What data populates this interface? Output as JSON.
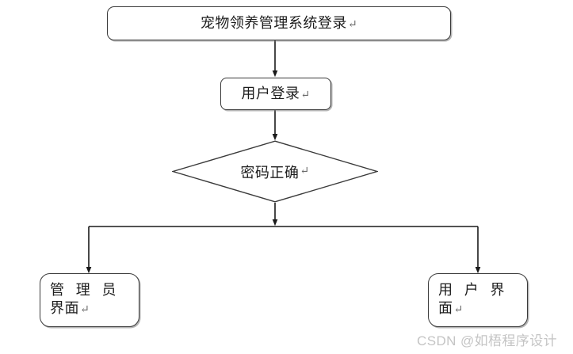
{
  "diagram": {
    "type": "flowchart",
    "title_node": {
      "id": "title",
      "shape": "rounded-rectangle",
      "text": "宠物领养管理系统登录",
      "mark": "↵"
    },
    "login_node": {
      "id": "login",
      "shape": "rounded-rectangle",
      "text": "用户登录",
      "mark": "↵"
    },
    "decision_node": {
      "id": "decision",
      "shape": "diamond",
      "text": "密码正确",
      "mark": "↵"
    },
    "admin_node": {
      "id": "admin",
      "shape": "rounded-rectangle",
      "line1": "管理员",
      "line2": "界面",
      "mark": "↵"
    },
    "user_node": {
      "id": "user",
      "shape": "rounded-rectangle",
      "line1": "用户界",
      "line2": "面",
      "mark": "↵"
    },
    "edges": [
      {
        "from": "title",
        "to": "login",
        "style": "straight-arrow-down"
      },
      {
        "from": "login",
        "to": "decision",
        "style": "straight-arrow-down"
      },
      {
        "from": "decision",
        "to": "split-bar",
        "style": "straight-arrow-down"
      },
      {
        "from": "split-bar",
        "to": "admin",
        "style": "elbow-arrow-down-left"
      },
      {
        "from": "split-bar",
        "to": "user",
        "style": "elbow-arrow-down-right"
      }
    ],
    "colors": {
      "background": "#ffffff",
      "node_border": "#3a3a3a",
      "node_fill": "#ffffff",
      "text": "#1d1d1d",
      "edge": "#1a1a1a",
      "watermark": "#c4c4c4"
    }
  },
  "watermark": {
    "text": "CSDN @如梧程序设计"
  }
}
